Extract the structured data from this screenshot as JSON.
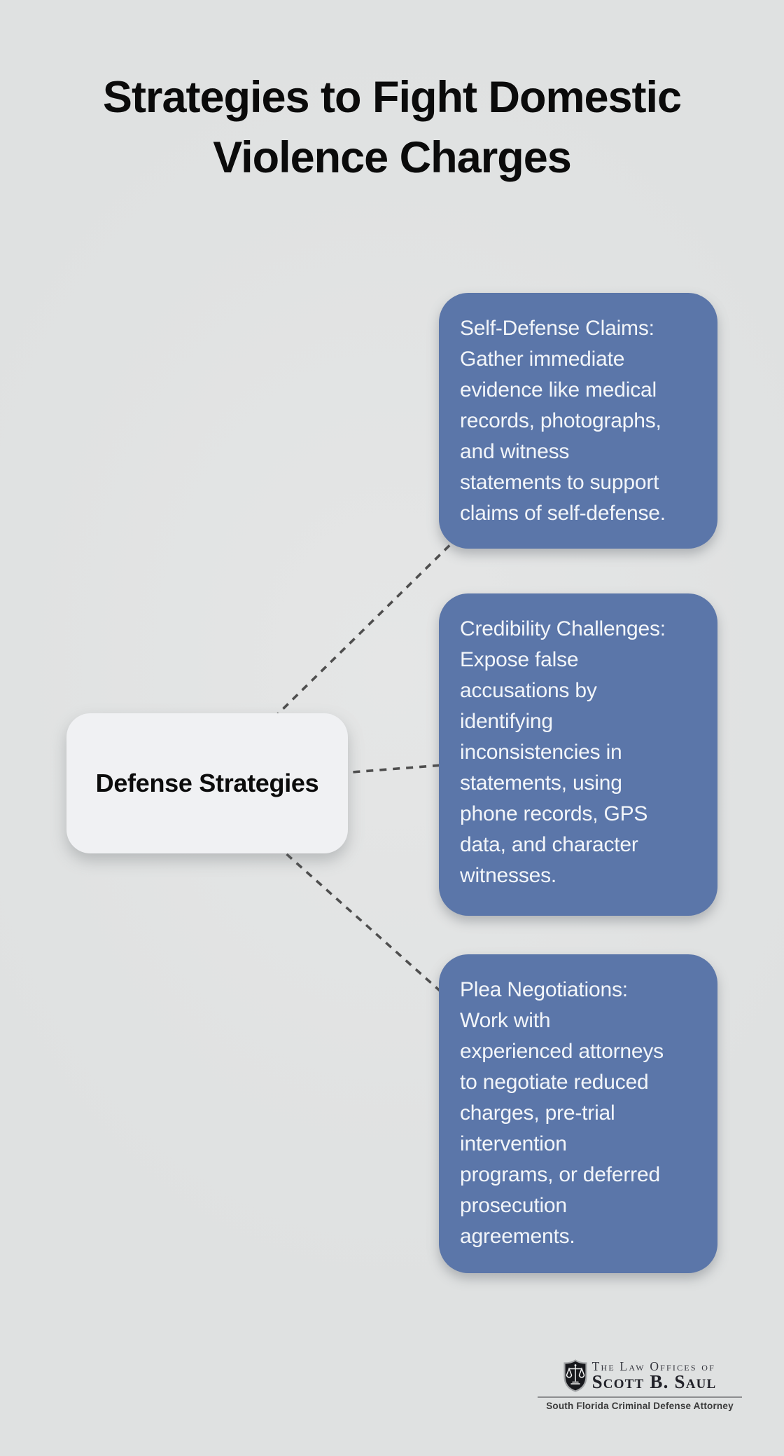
{
  "title": "Strategies to Fight Domestic\nViolence Charges",
  "center_node": {
    "label": "Defense Strategies"
  },
  "strategies": [
    {
      "name": "self-defense-claims",
      "text": "Self-Defense Claims:\nGather immediate\nevidence like medical\nrecords, photographs,\nand witness\nstatements to support\nclaims of self-defense."
    },
    {
      "name": "credibility-challenges",
      "text": "Credibility Challenges:\nExpose false\naccusations by\nidentifying\ninconsistencies in\nstatements, using\nphone records, GPS\ndata, and character\nwitnesses."
    },
    {
      "name": "plea-negotiations",
      "text": "Plea Negotiations:\nWork with\nexperienced attorneys\nto negotiate reduced\ncharges, pre-trial\nintervention\nprograms, or deferred\nprosecution\nagreements."
    }
  ],
  "logo": {
    "icon": "scales-of-justice-shield-icon",
    "line1": "The Law Offices of",
    "name": "Scott B. Saul",
    "tagline": "South Florida Criminal Defense Attorney"
  },
  "colors": {
    "background": "#e0e1e1",
    "card_blue": "#5b76a9",
    "card_text": "#f2f5f9",
    "node_background": "#f0f1f3",
    "connector_gray": "#4e4e4e",
    "title_text": "#0b0b0b"
  }
}
